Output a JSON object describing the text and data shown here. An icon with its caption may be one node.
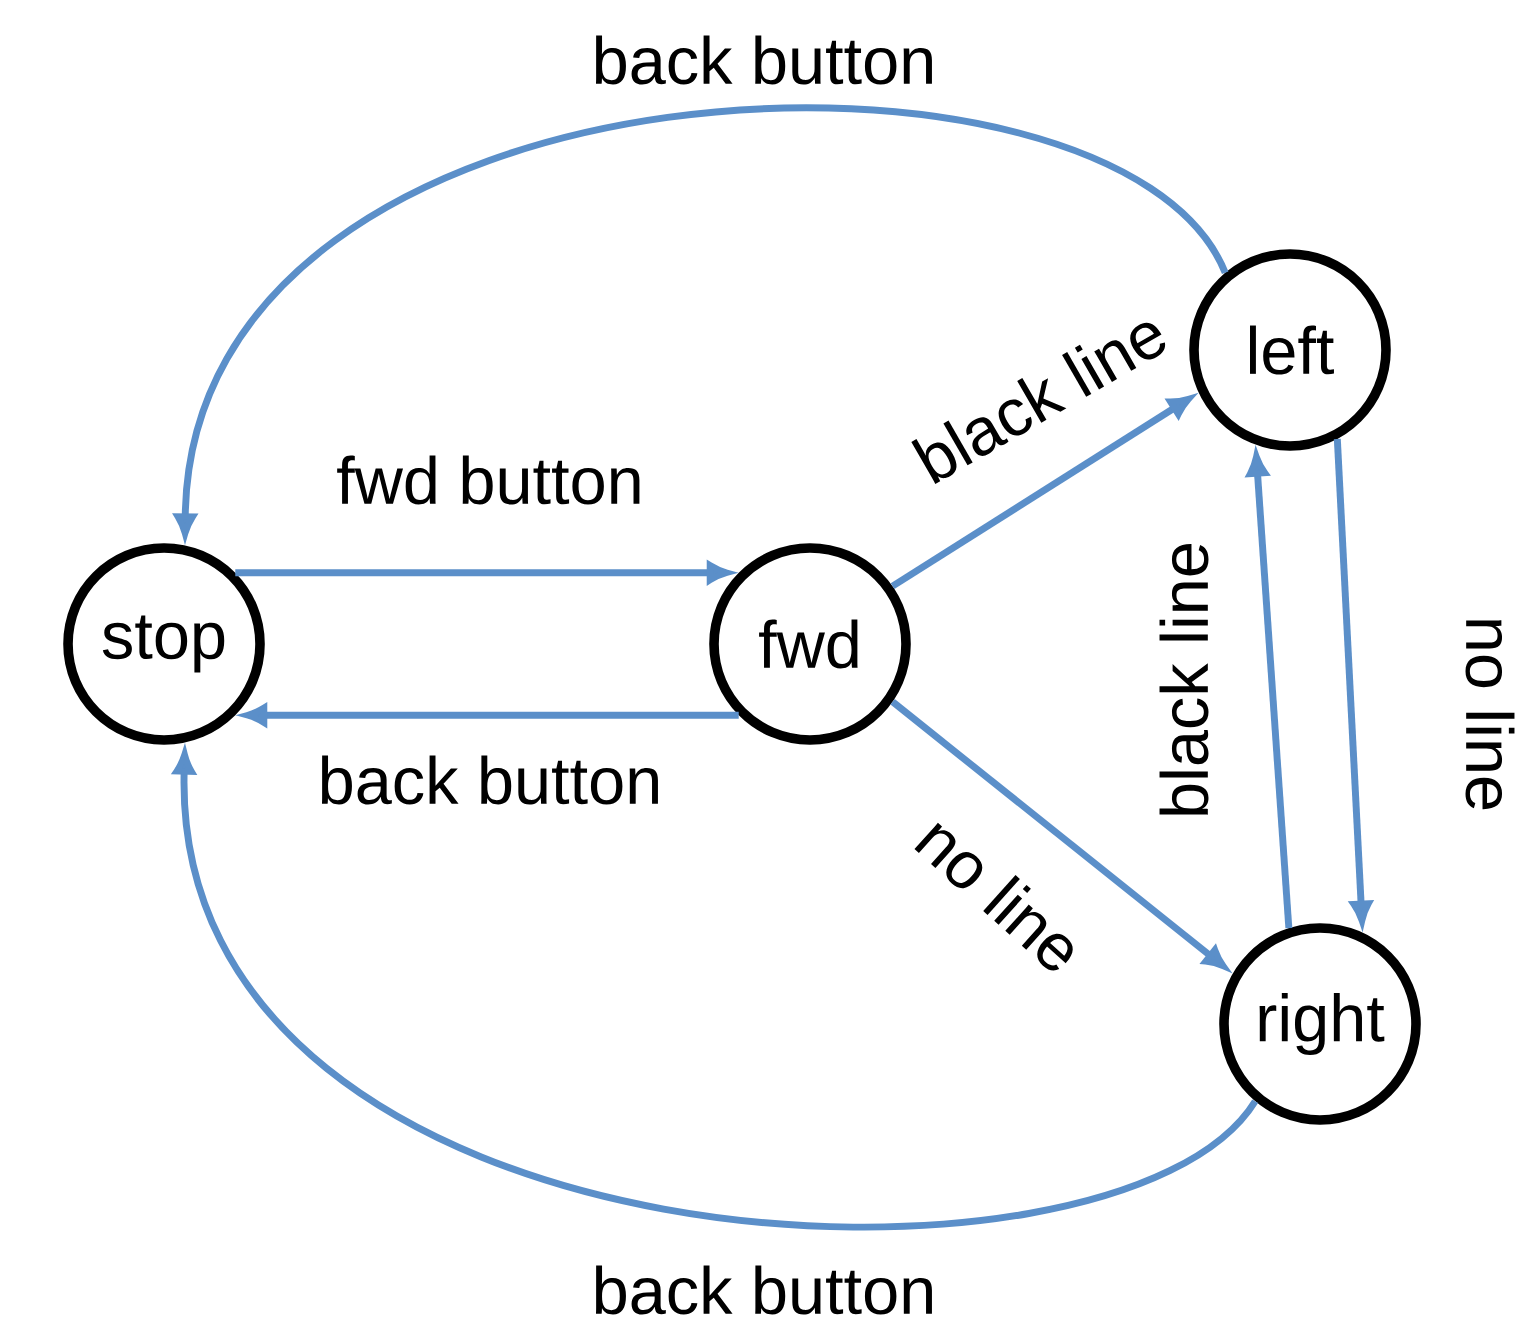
{
  "diagram": {
    "nodes": [
      {
        "text": [
          "stop"
        ]
      },
      {
        "text": [
          "fwd"
        ]
      },
      {
        "text": [
          "left"
        ]
      },
      {
        "text": [
          "right"
        ]
      }
    ],
    "edges": [
      {
        "from": 0,
        "to": 1,
        "arrow": "to",
        "label": "fwd button"
      },
      {
        "from": 1,
        "to": 0,
        "arrow": "to",
        "label": "back button"
      },
      {
        "from": 1,
        "to": 2,
        "arrow": "to",
        "label": "black line"
      },
      {
        "from": 1,
        "to": 3,
        "arrow": "to",
        "label": "no line"
      },
      {
        "from": 3,
        "to": 2,
        "arrow": "to",
        "label": "black line"
      },
      {
        "from": 2,
        "to": 3,
        "arrow": "to",
        "label": "no line"
      },
      {
        "from": 2,
        "to": 0,
        "arrow": "to",
        "label": "back button"
      },
      {
        "from": 3,
        "to": 0,
        "arrow": "to",
        "label": "back button"
      }
    ]
  }
}
